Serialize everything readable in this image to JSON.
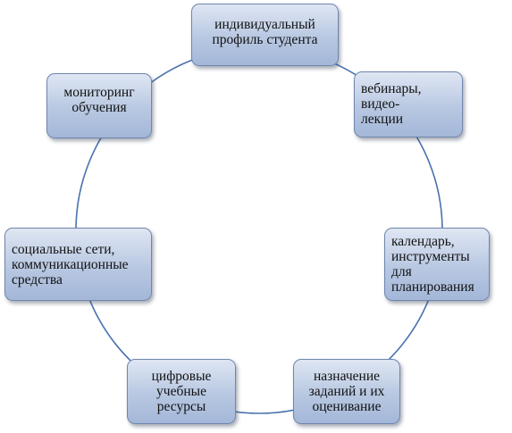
{
  "diagram": {
    "nodes": [
      {
        "id": "profile",
        "label": "индивидуальный\nпрофиль студента"
      },
      {
        "id": "webinars",
        "label": "вебинары,\nвидео-\nлекции"
      },
      {
        "id": "calendar",
        "label": "календарь,\nинструменты\nдля\nпланирования"
      },
      {
        "id": "tasks",
        "label": "назначение\nзаданий и их\nоценивание"
      },
      {
        "id": "resources",
        "label": "цифровые\nучебные\nресурсы"
      },
      {
        "id": "social",
        "label": "социальные сети,\nкоммуникационные\nсредства"
      },
      {
        "id": "monitoring",
        "label": "мониторинг\nобучения"
      }
    ],
    "colors": {
      "ring": "#4a72b0",
      "box_border": "#6f86ad",
      "box_fill_top": "#dfe6f3",
      "box_fill_bottom": "#a4b7d8"
    }
  }
}
